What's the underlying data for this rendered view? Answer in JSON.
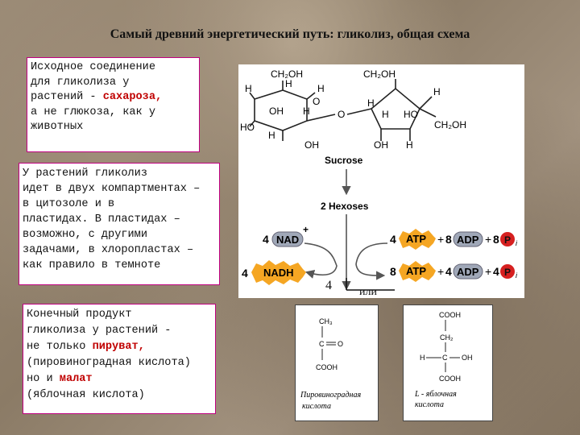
{
  "slide": {
    "title": "Самый древний энергетический путь: гликолиз,  общая схема"
  },
  "box1": {
    "line1": "Исходное соединение",
    "line2": "для гликолиза у",
    "line3_a": "растений - ",
    "line3_b": "сахароза,",
    "line4": "а не глюкоза, как у",
    "line5": "животных"
  },
  "box2": {
    "line1": "У растений гликолиз",
    "line2": "идет в двух компартментах –",
    "line3": "в цитозоле и в",
    "line4": "пластидах. В пластидах –",
    "line5": "возможно, с другими",
    "line6": "задачами, в хлоропластах –",
    "line7": "как правило в темноте"
  },
  "box3": {
    "line1": "Конечный продукт",
    "line2": "гликолиза у растений -",
    "line3_a": "не только ",
    "line3_b": "пируват,",
    "line4": "(пировиноградная кислота)",
    "line5_a": "но и ",
    "line5_b": "малат",
    "line6": "(яблочная кислота)"
  },
  "diagram": {
    "sucrose": "Sucrose",
    "hexoses": "2 Hexoses",
    "nad_coef": "4",
    "nad": "NAD",
    "nad_plus": "+",
    "nadh_coef": "4",
    "nadh": "NADH",
    "row1_atp_coef": "4",
    "row1_atp": "ATP",
    "row1_plus1": "+",
    "row1_adp_coef": "8",
    "row1_adp": "ADP",
    "row1_plus2": "+",
    "row1_pi_coef": "8",
    "row1_pi": "P",
    "row1_pi_sub": "i",
    "row2_atp_coef": "8",
    "row2_atp": "ATP",
    "row2_plus1": "+",
    "row2_adp_coef": "4",
    "row2_adp": "ADP",
    "row2_plus2": "+",
    "row2_pi_coef": "4",
    "row2_pi": "P",
    "row2_pi_sub": "i",
    "ring1_ch2oh": "CH₂OH",
    "ring2_ch2oh": "CH₂OH",
    "ring2_ch2oh_right": "CH₂OH",
    "h": "H",
    "oh": "OH",
    "ho": "HO",
    "o": "O"
  },
  "labels": {
    "four": "4",
    "or": "или"
  },
  "pyruvate": {
    "ch3": "CH₃",
    "c": "C",
    "o": "O",
    "cooh": "COOH",
    "caption1": "Пировиноградная",
    "caption2": "кислота"
  },
  "malate": {
    "cooh_top": "COOH",
    "ch2": "CH₂",
    "h": "H",
    "c": "C",
    "oh": "OH",
    "cooh_bottom": "COOH",
    "caption1": "L - яблочная",
    "caption2": "кислота"
  },
  "colors": {
    "box_border": "#c00080",
    "highlight_red": "#c00000",
    "burst_orange": "#f5a623",
    "pill_gray": "#a0a8b8",
    "pi_red": "#d62020",
    "arrow_gray": "#555555"
  }
}
